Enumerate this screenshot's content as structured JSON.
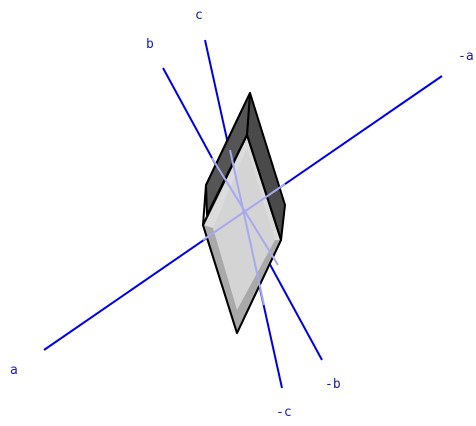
{
  "axes": {
    "a_pos": "a",
    "a_neg": "-a",
    "b_pos": "b",
    "b_neg": "-b",
    "c_pos": "c",
    "c_neg": "-c"
  },
  "colors": {
    "background": "#ffffff",
    "axis_line": "#0000e6",
    "axis_label": "#1a1ab4",
    "hidden_axis_line": "#a8a8f0",
    "face_front": "#dcdcdc",
    "face_front_inner": "#c4c4c4",
    "face_side_dark": "#4a4a4a",
    "face_bottom": "#a9a9a9",
    "edge": "#000000"
  },
  "icons": {
    "shape": "parallelepiped-crystal-icon"
  }
}
